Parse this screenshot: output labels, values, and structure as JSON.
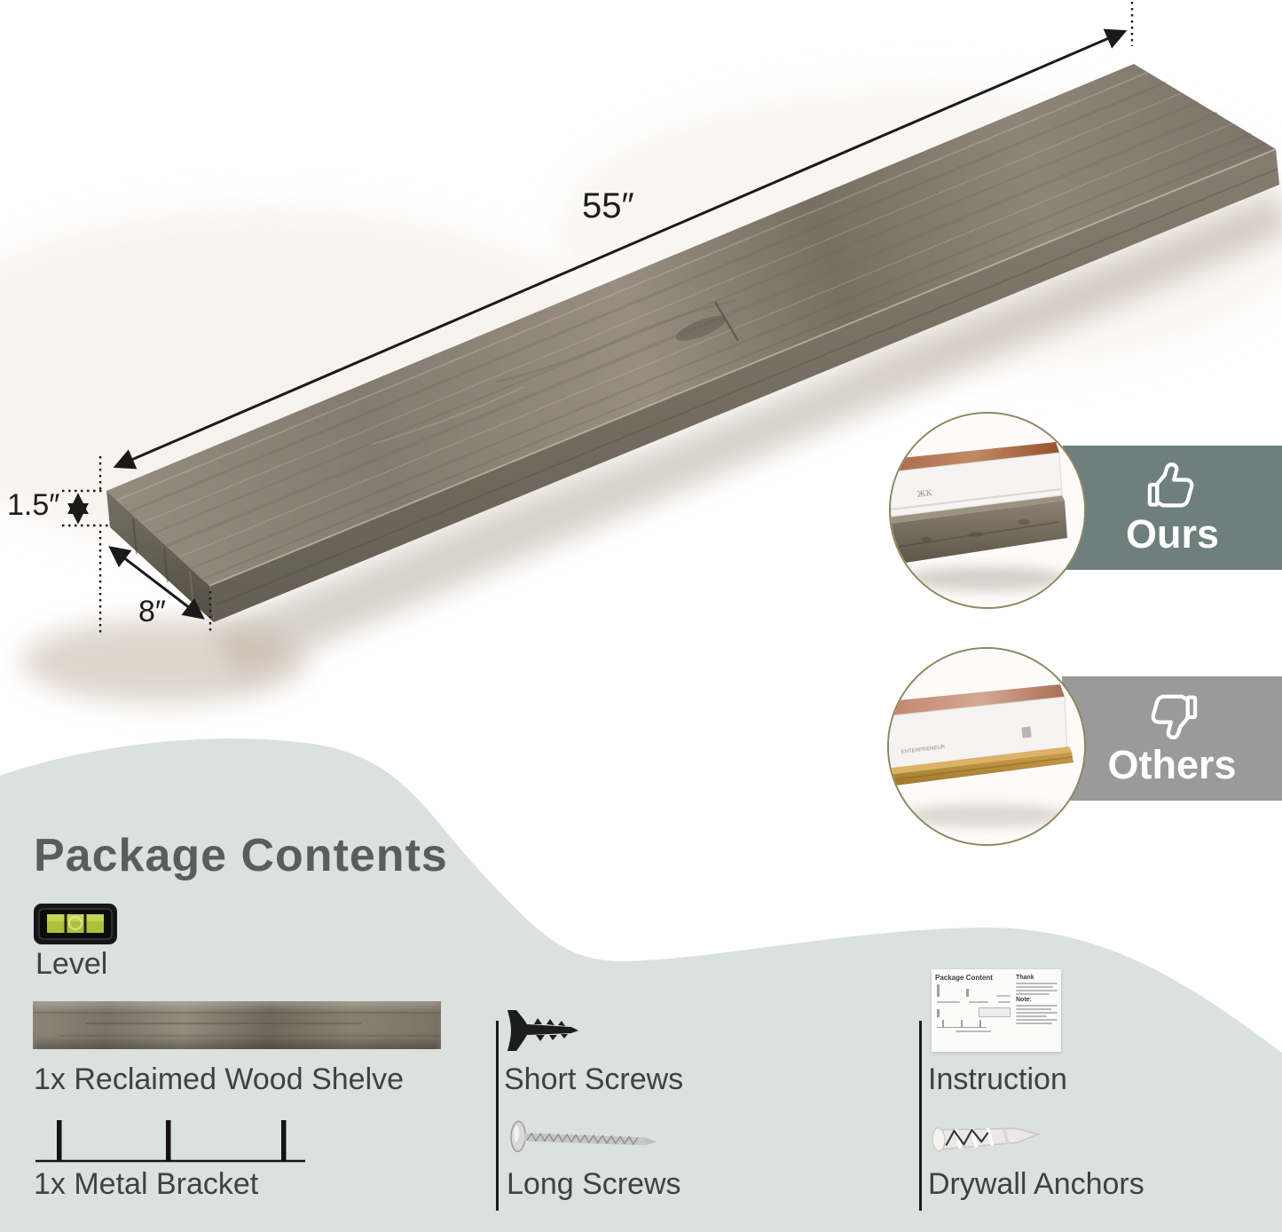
{
  "hero": {
    "dimensions": {
      "length": "55″",
      "thickness": "1.5″",
      "depth": "8″"
    }
  },
  "comparison": {
    "ours_label": "Ours",
    "others_label": "Others",
    "others_book_spine": "ENTERPRENEUR",
    "ours_icon": "thumbs-up-icon",
    "others_icon": "thumbs-down-icon",
    "ours_badge_color": "#6e7f7d",
    "others_badge_color": "#9a9a9a"
  },
  "package": {
    "heading": "Package Contents",
    "items": {
      "level": "Level",
      "shelf": "1x Reclaimed Wood Shelve",
      "bracket": "1x Metal Bracket",
      "short_screws": "Short Screws",
      "long_screws": "Long Screws",
      "instruction": "Instruction",
      "anchors": "Drywall Anchors"
    },
    "section_bg_color": "#dae1de",
    "heading_color": "#575f5e"
  },
  "instruction_card": {
    "title": "Package Content",
    "fragments": [
      "Thank",
      "Note:"
    ]
  }
}
